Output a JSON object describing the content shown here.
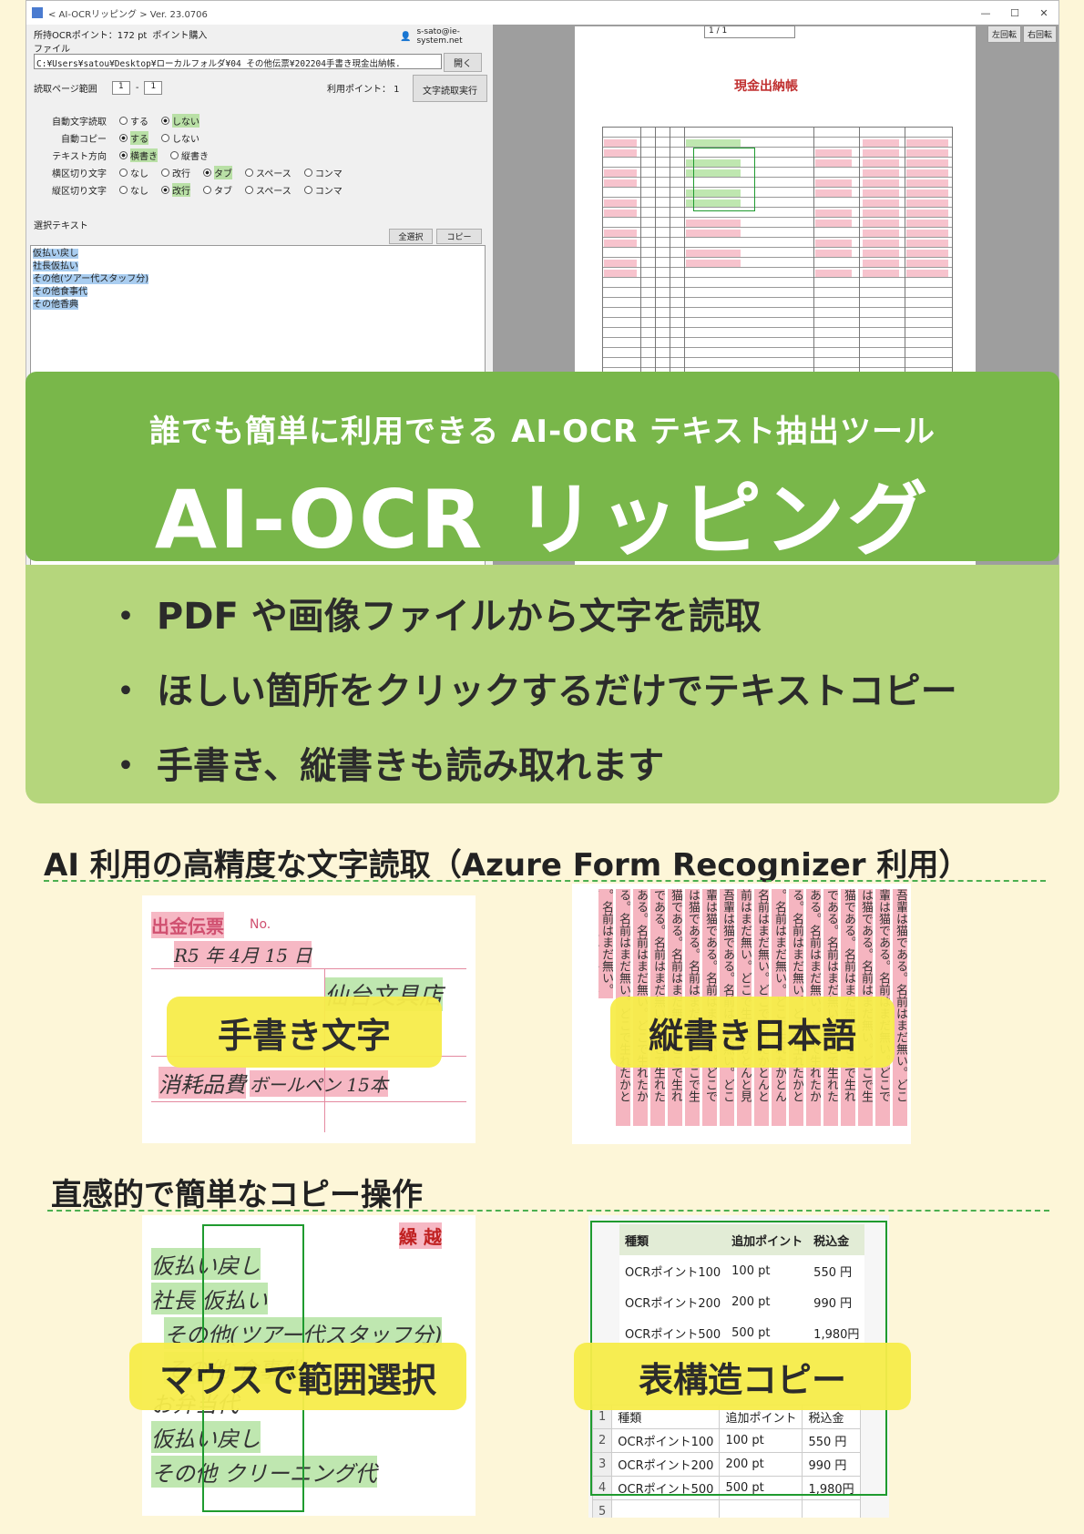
{
  "app": {
    "window_title": "< AI-OCRリッピング >  Ver. 23.0706",
    "window_controls": [
      "—",
      "☐",
      "✕"
    ],
    "points_label": "所持OCRポイント：172 pt",
    "buy_points": "ポイント購入",
    "user": "s-sato@ie-system.net",
    "file_label": "ファイル",
    "file_path": "C:¥Users¥satou¥Desktop¥ローカルフォルダ¥04 その他伝票¥202204手書き現金出納帳.",
    "open_button": "開く",
    "page_range_label": "読取ページ範囲",
    "page_from": "1",
    "page_sep": "-",
    "page_to": "1",
    "use_points_label": "利用ポイント： 1",
    "run_button": "文字読取実行",
    "options": [
      {
        "label": "自動文字読取",
        "choices": [
          "する",
          "しない"
        ],
        "selected": 1
      },
      {
        "label": "自動コピー",
        "choices": [
          "する",
          "しない"
        ],
        "selected": 0
      },
      {
        "label": "テキスト方向",
        "choices": [
          "横書き",
          "縦書き"
        ],
        "selected": 0
      },
      {
        "label": "横区切り文字",
        "choices": [
          "なし",
          "改行",
          "タブ",
          "スペース",
          "コンマ"
        ],
        "selected": 2
      },
      {
        "label": "縦区切り文字",
        "choices": [
          "なし",
          "改行",
          "タブ",
          "スペース",
          "コンマ"
        ],
        "selected": 1
      }
    ],
    "selected_text_label": "選択テキスト",
    "select_all_button": "全選択",
    "copy_button": "コピー",
    "selected_text_lines": [
      "仮払い戻し",
      "社長仮払い",
      "その他(ツアー代スタッフ分)",
      "その他食事代",
      "その他香典"
    ],
    "pager": "1 / 1",
    "rotate_left": "左回転",
    "rotate_right": "右回転",
    "doc_title": "現金出納帳"
  },
  "banner": {
    "tagline": "誰でも簡単に利用できる AI-OCR テキスト抽出ツール",
    "product_name": "AI-OCR リッピング"
  },
  "features": [
    "・ PDF や画像ファイルから文字を読取",
    "・ ほしい箇所をクリックするだけでテキストコピー",
    "・ 手書き、縦書きも読み取れます"
  ],
  "section1": {
    "title": "AI 利用の高精度な文字読取（Azure Form Recognizer 利用）",
    "card1_label": "手書き文字",
    "card2_label": "縦書き日本語",
    "receipt_title": "出金伝票",
    "receipt_no": "No.",
    "receipt_date": "R5 年 4月 15 日",
    "receipt_payee": "仙台文具店",
    "receipt_item": "消耗品費",
    "receipt_desc": "ボールペン 15本"
  },
  "section2": {
    "title": "直感的で簡単なコピー操作",
    "card3_label": "マウスで範囲選択",
    "card4_label": "表構造コピー",
    "hw_header": "繰 越",
    "hw_lines": [
      "仮払い戻し",
      "社長 仮払い",
      "その他(ツアー代スタッフ分)",
      "その他 食事代",
      "お弁当代",
      "仮払い戻し",
      "その他 クリーニング代"
    ],
    "table_headers": [
      "種類",
      "追加ポイント",
      "税込金"
    ],
    "table_rows": [
      [
        "OCRポイント100",
        "100 pt",
        "550 円"
      ],
      [
        "OCRポイント200",
        "200 pt",
        "990 円"
      ],
      [
        "OCRポイント500",
        "500 pt",
        "1,980円"
      ]
    ],
    "sheet_rows": [
      [
        "1",
        "種類",
        "追加ポイント",
        "税込金"
      ],
      [
        "2",
        "OCRポイント100",
        "100 pt",
        "550 円"
      ],
      [
        "3",
        "OCRポイント200",
        "200 pt",
        "990 円"
      ],
      [
        "4",
        "OCRポイント500",
        "500 pt",
        "1,980円"
      ],
      [
        "5",
        "",
        "",
        ""
      ]
    ]
  },
  "colors": {
    "background": "#fdf6d8",
    "banner_green": "#79b74a",
    "feature_green": "#b5d67c",
    "pill_yellow": "#f7ed4a",
    "highlight_pink": "#f6b8c4",
    "highlight_green": "#bfe7b0"
  }
}
